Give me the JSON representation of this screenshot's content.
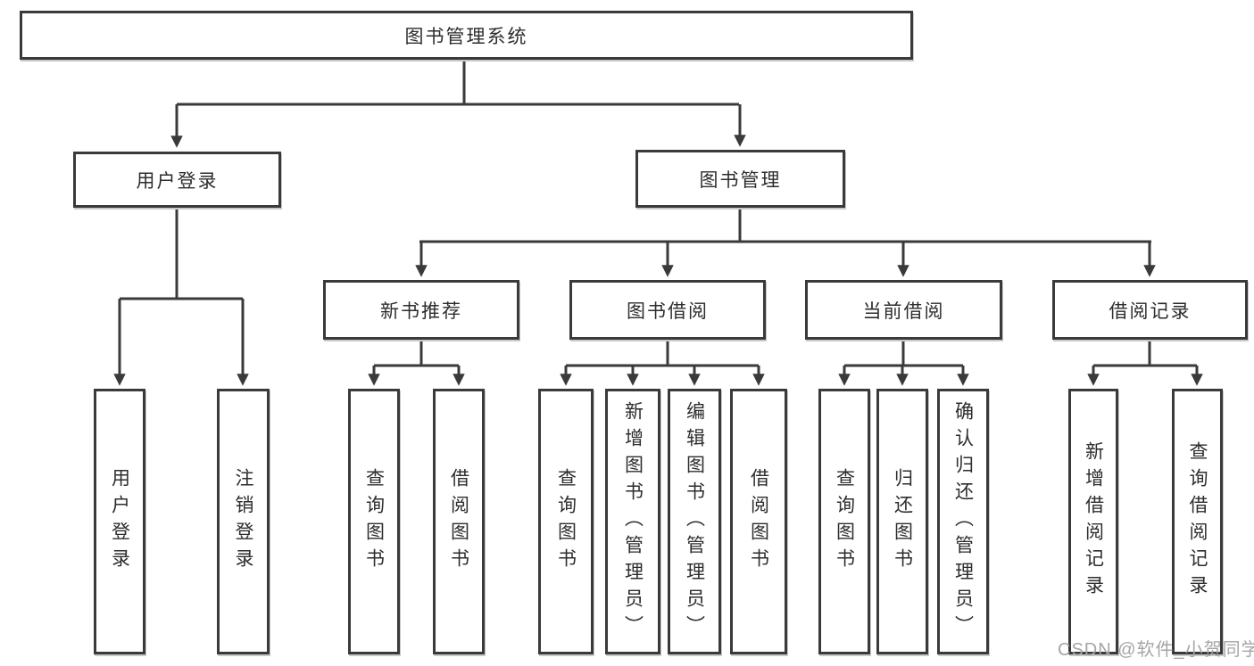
{
  "tree": {
    "root": {
      "label": "图书管理系统"
    },
    "branches": [
      {
        "label": "用户登录",
        "leaves": [
          {
            "label": "用户登录"
          },
          {
            "label": "注销登录"
          }
        ]
      },
      {
        "label": "图书管理",
        "sections": [
          {
            "label": "新书推荐",
            "leaves": [
              {
                "label": "查询图书"
              },
              {
                "label": "借阅图书"
              }
            ]
          },
          {
            "label": "图书借阅",
            "leaves": [
              {
                "label": "查询图书"
              },
              {
                "label": "新增图书（管理员）"
              },
              {
                "label": "编辑图书（管理员）"
              },
              {
                "label": "借阅图书"
              }
            ]
          },
          {
            "label": "当前借阅",
            "leaves": [
              {
                "label": "查询图书"
              },
              {
                "label": "归还图书"
              },
              {
                "label": "确认归还（管理员）"
              }
            ]
          },
          {
            "label": "借阅记录",
            "leaves": [
              {
                "label": "新增借阅记录"
              },
              {
                "label": "查询借阅记录"
              }
            ]
          }
        ]
      }
    ]
  },
  "watermark": {
    "text": "CSDN @软件_小贺同学"
  },
  "colors": {
    "line": "#3a3a3a",
    "text": "#2d2d2d",
    "background": "#ffffff",
    "watermark": "#a6a6a6"
  }
}
